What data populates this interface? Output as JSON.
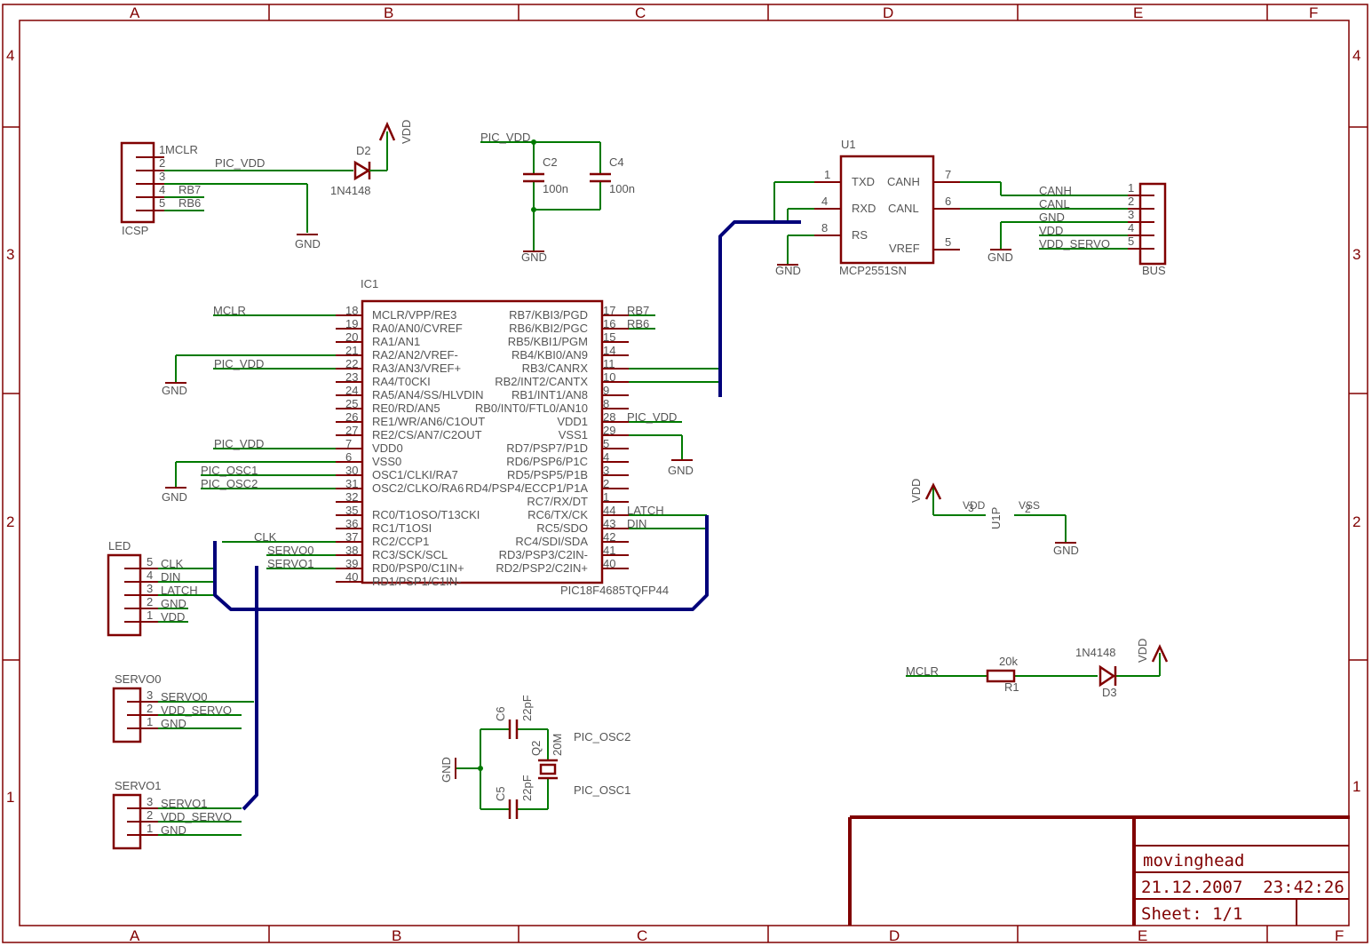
{
  "frame": {
    "columns": [
      "A",
      "B",
      "C",
      "D",
      "E",
      "F"
    ],
    "rows": [
      "4",
      "3",
      "2",
      "1"
    ]
  },
  "title_block": {
    "name": "movinghead",
    "date": "21.12.2007  23:42:26",
    "sheet": "Sheet: 1/1"
  },
  "icsp": {
    "name": "ICSP",
    "pins": [
      {
        "num": "1",
        "net": "MCLR"
      },
      {
        "num": "2",
        "net": "PIC_VDD"
      },
      {
        "num": "3",
        "net": ""
      },
      {
        "num": "4",
        "net": "RB7"
      },
      {
        "num": "5",
        "net": "RB6"
      }
    ],
    "gnd": "GND"
  },
  "d2": {
    "name": "D2",
    "value": "1N4148",
    "supply": "VDD"
  },
  "c2": {
    "name": "C2",
    "value": "100n"
  },
  "c4": {
    "name": "C4",
    "value": "100n"
  },
  "cap_net": "PIC_VDD",
  "cap_gnd": "GND",
  "u1": {
    "name": "U1",
    "value": "MCP2551SN",
    "pins_left": [
      {
        "num": "1",
        "name": "TXD"
      },
      {
        "num": "4",
        "name": "RXD"
      },
      {
        "num": "8",
        "name": "RS"
      }
    ],
    "pins_right": [
      {
        "num": "7",
        "name": "CANH"
      },
      {
        "num": "6",
        "name": "CANL"
      },
      {
        "num": "5",
        "name": "VREF"
      }
    ],
    "gnd": "GND"
  },
  "bus": {
    "name": "BUS",
    "pins": [
      {
        "num": "1",
        "net": "CANH"
      },
      {
        "num": "2",
        "net": "CANL"
      },
      {
        "num": "3",
        "net": "GND"
      },
      {
        "num": "4",
        "net": "VDD"
      },
      {
        "num": "5",
        "net": "VDD_SERVO"
      }
    ],
    "gnd": "GND"
  },
  "ic1": {
    "name": "IC1",
    "value": "PIC18F4685TQFP44",
    "left": [
      {
        "num": "18",
        "name": "MCLR/VPP/RE3",
        "net": "MCLR"
      },
      {
        "num": "19",
        "name": "RA0/AN0/CVREF",
        "net": ""
      },
      {
        "num": "20",
        "name": "RA1/AN1",
        "net": ""
      },
      {
        "num": "21",
        "name": "RA2/AN2/VREF-",
        "net": ""
      },
      {
        "num": "22",
        "name": "RA3/AN3/VREF+",
        "net": "PIC_VDD"
      },
      {
        "num": "23",
        "name": "RA4/T0CKI",
        "net": ""
      },
      {
        "num": "24",
        "name": "RA5/AN4/SS/HLVDIN",
        "net": ""
      },
      {
        "num": "25",
        "name": "RE0/RD/AN5",
        "net": ""
      },
      {
        "num": "26",
        "name": "RE1/WR/AN6/C1OUT",
        "net": ""
      },
      {
        "num": "27",
        "name": "RE2/CS/AN7/C2OUT",
        "net": ""
      },
      {
        "num": "7",
        "name": "VDD0",
        "net": "PIC_VDD"
      },
      {
        "num": "6",
        "name": "VSS0",
        "net": ""
      },
      {
        "num": "30",
        "name": "OSC1/CLKI/RA7",
        "net": "PIC_OSC1"
      },
      {
        "num": "31",
        "name": "OSC2/CLKO/RA6",
        "net": "PIC_OSC2"
      },
      {
        "num": "32",
        "name": "",
        "net": ""
      },
      {
        "num": "35",
        "name": "RC0/T1OSO/T13CKI",
        "net": ""
      },
      {
        "num": "36",
        "name": "RC1/T1OSI",
        "net": ""
      },
      {
        "num": "37",
        "name": "RC2/CCP1",
        "net": ""
      },
      {
        "num": "38",
        "name": "RC3/SCK/SCL",
        "net": "CLK"
      },
      {
        "num": "39",
        "name": "RD0/PSP0/C1IN+",
        "net": "SERVO0"
      },
      {
        "num": "40",
        "name": "RD1/PSP1/C1IN-",
        "net": "SERVO1"
      }
    ],
    "right": [
      {
        "num": "17",
        "name": "RB7/KBI3/PGD",
        "net": "RB7"
      },
      {
        "num": "16",
        "name": "RB6/KBI2/PGC",
        "net": "RB6"
      },
      {
        "num": "15",
        "name": "RB5/KBI1/PGM",
        "net": ""
      },
      {
        "num": "14",
        "name": "RB4/KBI0/AN9",
        "net": ""
      },
      {
        "num": "11",
        "name": "RB3/CANRX",
        "net": ""
      },
      {
        "num": "10",
        "name": "RB2/INT2/CANTX",
        "net": ""
      },
      {
        "num": "9",
        "name": "RB1/INT1/AN8",
        "net": ""
      },
      {
        "num": "8",
        "name": "RB0/INT0/FTL0/AN10",
        "net": ""
      },
      {
        "num": "28",
        "name": "VDD1",
        "net": "PIC_VDD"
      },
      {
        "num": "29",
        "name": "VSS1",
        "net": ""
      },
      {
        "num": "5",
        "name": "RD7/PSP7/P1D",
        "net": ""
      },
      {
        "num": "4",
        "name": "RD6/PSP6/P1C",
        "net": ""
      },
      {
        "num": "3",
        "name": "RD5/PSP5/P1B",
        "net": ""
      },
      {
        "num": "2",
        "name": "RD4/PSP4/ECCP1/P1A",
        "net": ""
      },
      {
        "num": "1",
        "name": "RC7/RX/DT",
        "net": ""
      },
      {
        "num": "44",
        "name": "RC6/TX/CK",
        "net": "LATCH"
      },
      {
        "num": "43",
        "name": "RC5/SDO",
        "net": "DIN"
      },
      {
        "num": "42",
        "name": "RC4/SDI/SDA",
        "net": ""
      },
      {
        "num": "41",
        "name": "RD3/PSP3/C2IN-",
        "net": ""
      },
      {
        "num": "40",
        "name": "RD2/PSP2/C2IN+",
        "net": ""
      }
    ],
    "gnd": "GND"
  },
  "led": {
    "name": "LED",
    "pins": [
      {
        "num": "5",
        "net": "CLK"
      },
      {
        "num": "4",
        "net": "DIN"
      },
      {
        "num": "3",
        "net": "LATCH"
      },
      {
        "num": "2",
        "net": "GND"
      },
      {
        "num": "1",
        "net": "VDD"
      }
    ]
  },
  "servo0": {
    "name": "SERVO0",
    "pins": [
      {
        "num": "3",
        "net": "SERVO0"
      },
      {
        "num": "2",
        "net": "VDD_SERVO"
      },
      {
        "num": "1",
        "net": "GND"
      }
    ]
  },
  "servo1": {
    "name": "SERVO1",
    "pins": [
      {
        "num": "3",
        "net": "SERVO1"
      },
      {
        "num": "2",
        "net": "VDD_SERVO"
      },
      {
        "num": "1",
        "net": "GND"
      }
    ]
  },
  "u1p": {
    "name": "U1P",
    "vdd_pin": "VDD",
    "vdd_num": "3",
    "vss_pin": "VSS",
    "vss_num": "2",
    "supply": "VDD",
    "gnd": "GND"
  },
  "reset": {
    "net": "MCLR",
    "r_name": "R1",
    "r_value": "20k",
    "d_name": "D3",
    "d_value": "1N4148",
    "supply": "VDD"
  },
  "osc": {
    "c6": {
      "name": "C6",
      "value": "22pF"
    },
    "c5": {
      "name": "C5",
      "value": "22pF"
    },
    "q2": {
      "name": "Q2",
      "value": "20M"
    },
    "net_top": "PIC_OSC2",
    "net_bottom": "PIC_OSC1",
    "gnd": "GND"
  }
}
